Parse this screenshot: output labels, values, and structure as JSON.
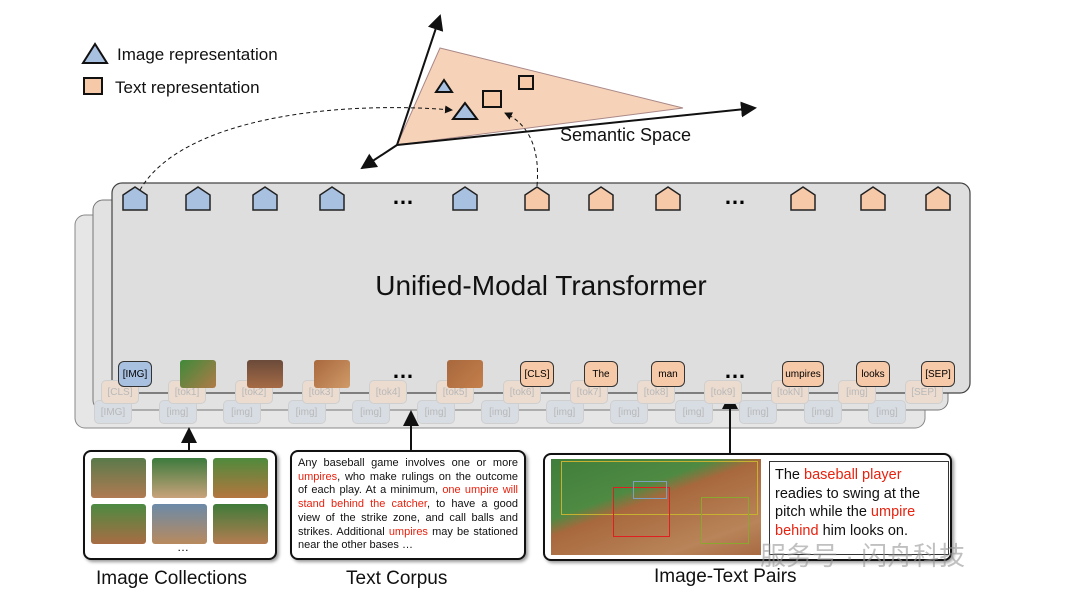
{
  "legend": {
    "image_label": "Image representation",
    "text_label": "Text representation"
  },
  "semantic_space": {
    "label": "Semantic Space"
  },
  "transformer": {
    "title": "Unified-Modal Transformer",
    "output_tokens": [
      "image",
      "image",
      "image",
      "image",
      "ellipsis",
      "image",
      "text",
      "text",
      "text",
      "ellipsis",
      "text",
      "text",
      "text"
    ],
    "input_tokens": [
      "[IMG]",
      "img-thumb",
      "img-thumb",
      "img-thumb",
      "…",
      "img-thumb",
      "[CLS]",
      "The",
      "man",
      "…",
      "umpires",
      "looks",
      "[SEP]"
    ],
    "layer2_tokens": [
      "[CLS]",
      "[tok1]",
      "[tok2]",
      "[tok3]",
      "[tok4]",
      "[tok5]",
      "[tok6]",
      "[tok7]",
      "[tok8]",
      "[tok9]",
      "[tokN]",
      "[img]",
      "[SEP]"
    ],
    "layer3_tokens": [
      "[IMG]",
      "[img]",
      "[img]",
      "[img]",
      "[img]",
      "[img]",
      "[img]",
      "[img]",
      "[img]",
      "[img]",
      "[img]",
      "[img]",
      "[img]"
    ],
    "ellipsis": "…"
  },
  "image_collections": {
    "label": "Image Collections",
    "more": "…"
  },
  "text_corpus": {
    "label": "Text Corpus",
    "segments": [
      {
        "text": "Any baseball game involves one or more ",
        "hl": false
      },
      {
        "text": "umpires",
        "hl": true
      },
      {
        "text": ", who make rulings on the outcome of each play. At a minimum, ",
        "hl": false
      },
      {
        "text": "one umpire will stand behind the catcher",
        "hl": true
      },
      {
        "text": ", to have a good view of the strike zone, and call balls and strikes. Additional ",
        "hl": false
      },
      {
        "text": "umpires",
        "hl": true
      },
      {
        "text": " may be stationed near the other bases …",
        "hl": false
      }
    ]
  },
  "image_text_pairs": {
    "label": "Image-Text Pairs",
    "segments": [
      {
        "text": "The ",
        "hl": false
      },
      {
        "text": "baseball player",
        "hl": true
      },
      {
        "text": " readies to swing at the pitch while the ",
        "hl": false
      },
      {
        "text": "umpire behind",
        "hl": true
      },
      {
        "text": " him looks on.",
        "hl": false
      }
    ]
  },
  "watermark": "服务号 · 闪舟科技",
  "colors": {
    "image": "#a9c1e0",
    "text": "#f6c9a8",
    "highlight": "#e8220f",
    "plane": "#f6d3b8"
  }
}
